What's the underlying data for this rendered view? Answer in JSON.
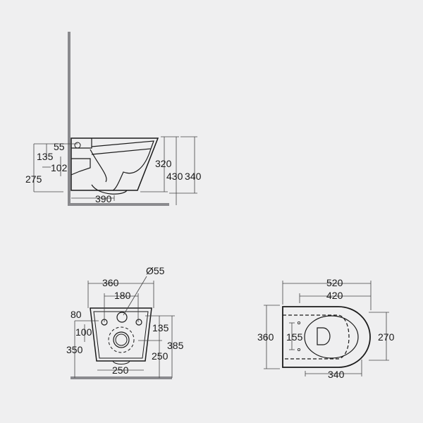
{
  "diagram": {
    "type": "technical-drawing",
    "subject": "wall-hung toilet dimensional drawing",
    "units": "mm",
    "side_view": {
      "dimensions": {
        "inlet_height_offset": "55",
        "dim_135": "135",
        "dim_102": "102",
        "outlet_height": "275",
        "depth": "390",
        "bowl_height": "320",
        "rim_height": "430",
        "overall_height": "340"
      }
    },
    "rear_view": {
      "dimensions": {
        "inlet_diameter": "Ø55",
        "top_width": "360",
        "fixing_centers": "180",
        "dim_80": "80",
        "dim_100": "100",
        "dim_135": "135",
        "dim_350": "350",
        "dim_385": "385",
        "dim_250_right": "250",
        "bottom_width": "250"
      }
    },
    "top_view": {
      "dimensions": {
        "overall_length": "520",
        "seat_length": "420",
        "overall_width": "360",
        "fixing_spacing": "155",
        "bowl_width": "270",
        "bowl_length": "340"
      }
    }
  },
  "colors": {
    "background": "#efeff0",
    "line": "#1a1a1a",
    "wall": "#8a8a8e"
  }
}
